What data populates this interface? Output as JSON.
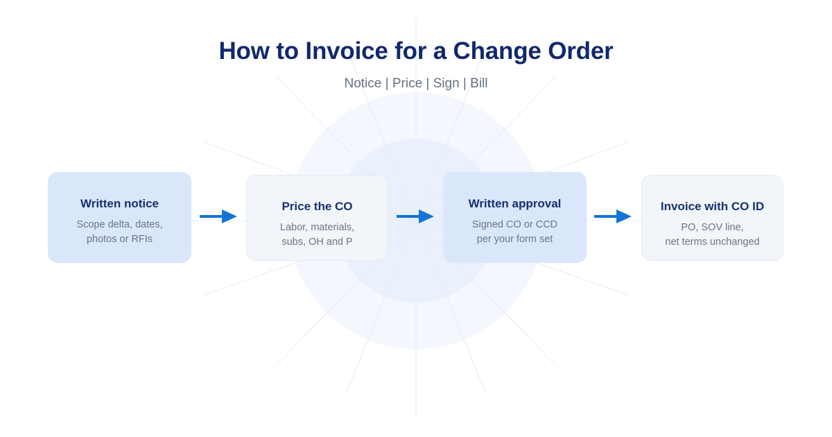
{
  "header": {
    "title": "How to Invoice for a Change Order",
    "subtitle": "Notice | Price | Sign | Bill"
  },
  "colors": {
    "title_navy": "#11286b",
    "subtitle_gray": "#62707f",
    "card_title_navy": "#15306f",
    "card_desc_gray": "#6a7682",
    "card_blue_bg": "#dae7fb",
    "card_gray_bg": "#f2f5f9",
    "card_gray_border": "#e4eaf2",
    "arrow_blue": "#1373d6",
    "background": "#ffffff",
    "halo_outer": "#f4f7fd",
    "halo_inner": "#eaf0fc",
    "ray_line": "#e3ecfa"
  },
  "flow": {
    "steps": [
      {
        "title": "Written notice",
        "desc_line1": "Scope delta, dates,",
        "desc_line2": "photos or RFIs",
        "style": "blue"
      },
      {
        "title": "Price the CO",
        "desc_line1": "Labor, materials,",
        "desc_line2": "subs, OH and P",
        "style": "gray"
      },
      {
        "title": "Written approval",
        "desc_line1": "Signed CO or CCD",
        "desc_line2": "per your form set",
        "style": "blue"
      },
      {
        "title": "Invoice with CO ID",
        "desc_line1": "PO, SOV line,",
        "desc_line2": "net terms unchanged",
        "style": "gray"
      }
    ],
    "connectors": [
      {
        "icon": "arrow-right-icon"
      },
      {
        "icon": "arrow-right-icon"
      },
      {
        "icon": "arrow-right-icon"
      }
    ]
  }
}
